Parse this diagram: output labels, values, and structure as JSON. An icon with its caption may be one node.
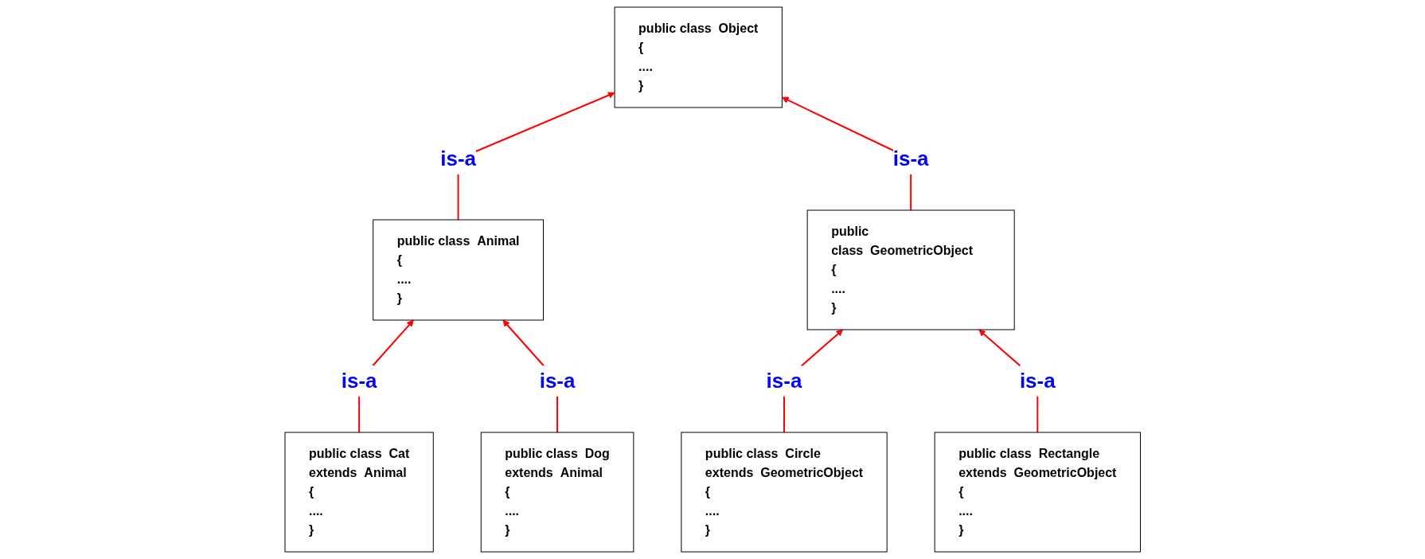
{
  "diagram": {
    "nodes": [
      {
        "text": [
          "public class",
          "Object",
          "{",
          "....",
          "}"
        ]
      },
      {
        "text": [
          "public class",
          "Animal",
          "{",
          "....",
          "}"
        ]
      },
      {
        "text": [
          "public class",
          "GeometricObject",
          "{",
          "....",
          "}"
        ]
      },
      {
        "text": [
          "public class",
          "Cat",
          "extends",
          "Animal",
          "{",
          "....",
          "}"
        ]
      },
      {
        "text": [
          "public class",
          "Dog",
          "extends",
          "Animal",
          "{",
          "....",
          "}"
        ]
      },
      {
        "text": [
          "public class",
          "Circle",
          "extends",
          "GeometricObject",
          "{",
          "....",
          "}"
        ]
      },
      {
        "text": [
          "public class",
          "Rectangle",
          "extends",
          "GeometricObject",
          "{",
          "....",
          "}"
        ]
      }
    ],
    "edges": [
      {
        "from": 1,
        "to": 0,
        "arrow": "to",
        "label": "is-a"
      },
      {
        "from": 2,
        "to": 0,
        "arrow": "to",
        "label": "is-a"
      },
      {
        "from": 3,
        "to": 1,
        "arrow": "to",
        "label": "is-a"
      },
      {
        "from": 4,
        "to": 1,
        "arrow": "to",
        "label": "is-a"
      },
      {
        "from": 5,
        "to": 2,
        "arrow": "to",
        "label": "is-a"
      },
      {
        "from": 6,
        "to": 2,
        "arrow": "to",
        "label": "is-a"
      }
    ]
  }
}
